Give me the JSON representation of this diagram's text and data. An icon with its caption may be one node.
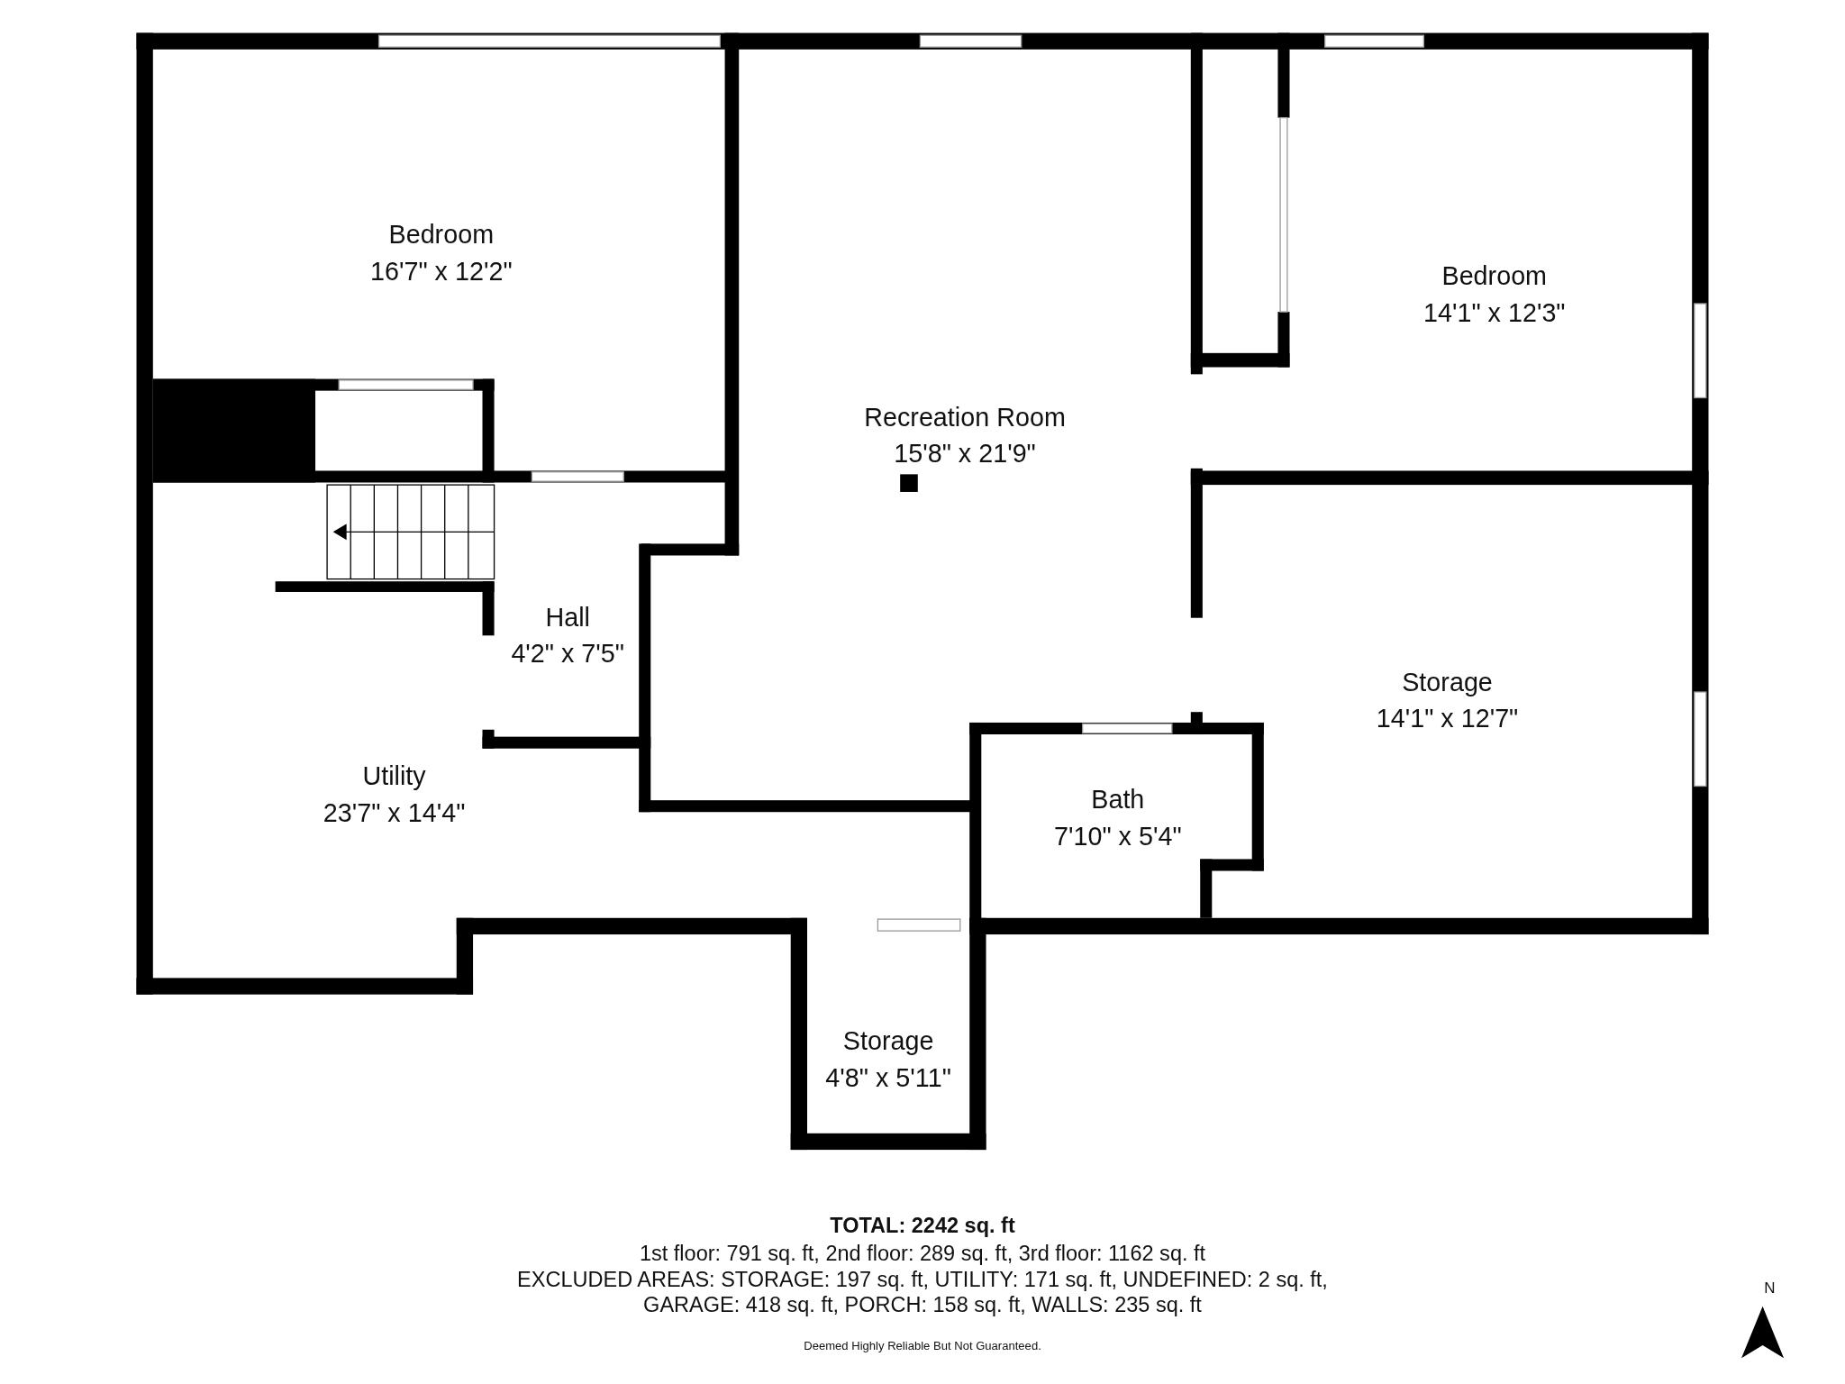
{
  "diagram": {
    "nodes": [
      {
        "text": [
          "Bedroom",
          "16'7\" x 12'2\""
        ]
      },
      {
        "text": [
          "Recreation Room",
          "15'8\" x 21'9\""
        ]
      },
      {
        "text": [
          "Bedroom",
          "14'1\" x 12'3\""
        ]
      },
      {
        "text": [
          "Hall",
          "4'2\" x 7'5\""
        ]
      },
      {
        "text": [
          "Storage",
          "14'1\" x 12'7\""
        ]
      },
      {
        "text": [
          "Utility",
          "23'7\" x 14'4\""
        ]
      },
      {
        "text": [
          "Bath",
          "7'10\" x 5'4\""
        ]
      },
      {
        "text": [
          "Storage",
          "4'8\" x 5'11\""
        ]
      }
    ],
    "labels": [
      "TOTAL: 2242 sq. ft",
      "1st floor: 791 sq. ft, 2nd floor: 289 sq. ft, 3rd floor: 1162 sq. ft",
      "EXCLUDED AREAS: STORAGE: 197 sq. ft, UTILITY: 171 sq. ft, UNDEFINED: 2 sq. ft,",
      "GARAGE: 418 sq. ft, PORCH: 158 sq. ft, WALLS: 235 sq. ft",
      "N",
      "Deemed Highly Reliable But Not Guaranteed."
    ]
  }
}
